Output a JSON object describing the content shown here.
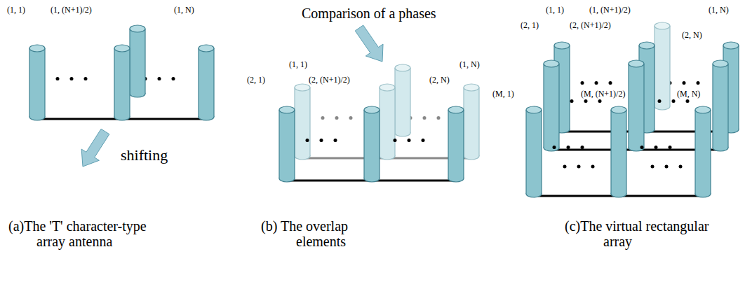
{
  "diagram": {
    "labels": [
      "(1, 1)",
      "(1, (N+1)/2)",
      "(1, N)",
      "shifting",
      "(a)The 'T' character-type array antenna",
      "Comparison of a phases",
      "(1, 1)",
      "(2, 1)",
      "(2, (N+1)/2)",
      "(1, N)",
      "(2, N)",
      "(b) The overlap elements",
      "(1, 1)",
      "(1, (N+1)/2)",
      "(1, N)",
      "(2, 1)",
      "(2, (N+1)/2)",
      "(2, N)",
      "(M, 1)",
      "(M, (N+1)/2)",
      "(M, N)",
      "(c)The virtual rectangular array"
    ]
  }
}
